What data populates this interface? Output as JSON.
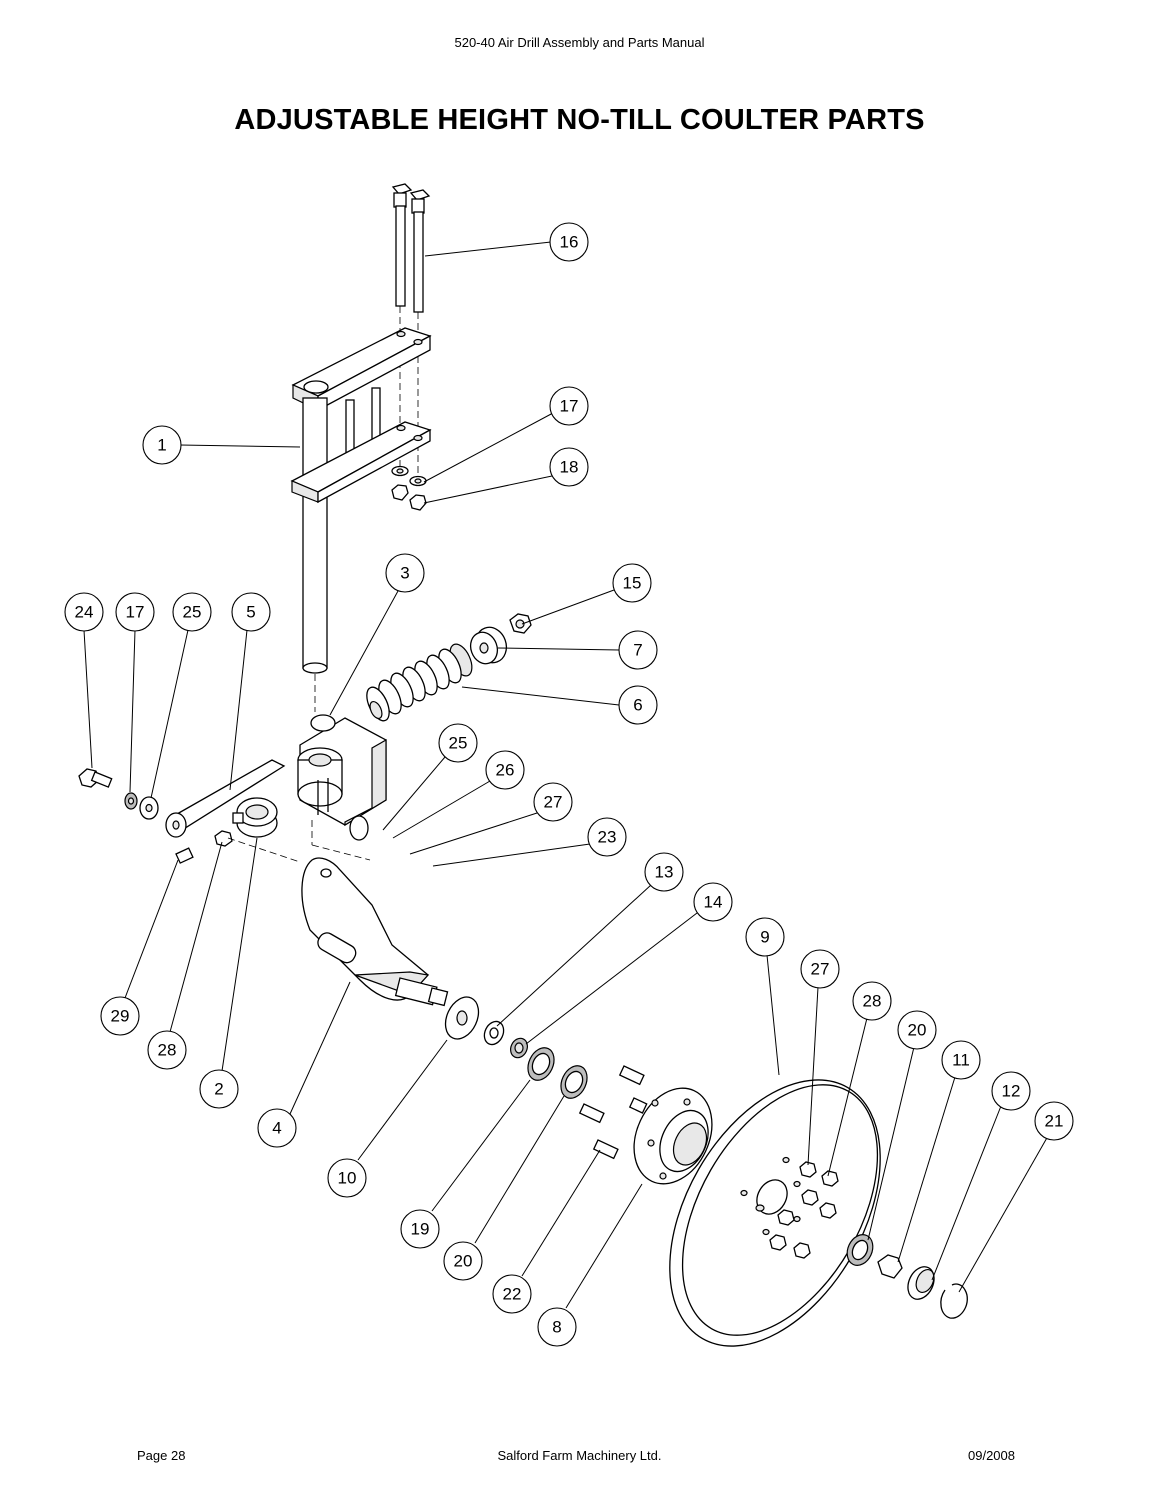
{
  "header": {
    "manual": "520-40 Air Drill Assembly and Parts Manual"
  },
  "title": "ADJUSTABLE HEIGHT NO-TILL COULTER PARTS",
  "footer": {
    "page": "Page 28",
    "company": "Salford Farm Machinery Ltd.",
    "date": "09/2008"
  },
  "callouts": [
    {
      "label": "16"
    },
    {
      "label": "17"
    },
    {
      "label": "18"
    },
    {
      "label": "1"
    },
    {
      "label": "3"
    },
    {
      "label": "15"
    },
    {
      "label": "7"
    },
    {
      "label": "6"
    },
    {
      "label": "24"
    },
    {
      "label": "17"
    },
    {
      "label": "25"
    },
    {
      "label": "5"
    },
    {
      "label": "25"
    },
    {
      "label": "26"
    },
    {
      "label": "27"
    },
    {
      "label": "23"
    },
    {
      "label": "13"
    },
    {
      "label": "14"
    },
    {
      "label": "9"
    },
    {
      "label": "27"
    },
    {
      "label": "28"
    },
    {
      "label": "20"
    },
    {
      "label": "11"
    },
    {
      "label": "12"
    },
    {
      "label": "21"
    },
    {
      "label": "29"
    },
    {
      "label": "28"
    },
    {
      "label": "2"
    },
    {
      "label": "4"
    },
    {
      "label": "10"
    },
    {
      "label": "19"
    },
    {
      "label": "20"
    },
    {
      "label": "22"
    },
    {
      "label": "8"
    }
  ]
}
